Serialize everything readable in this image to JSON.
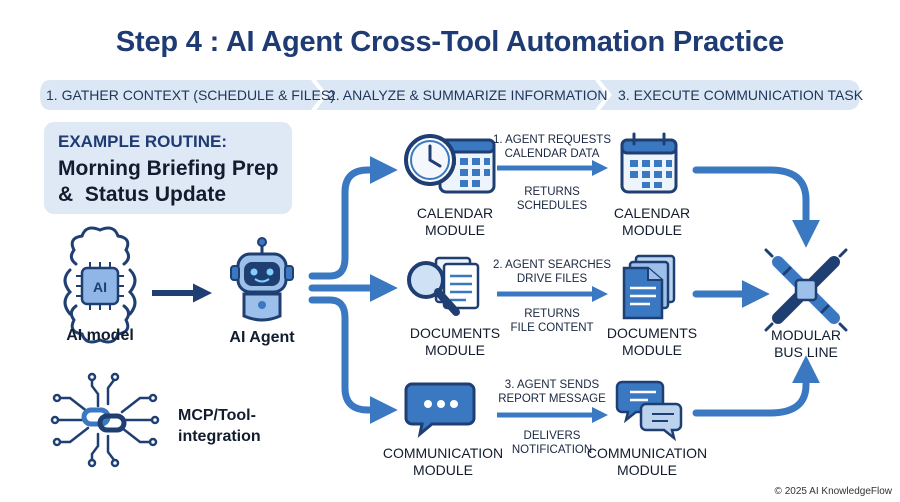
{
  "title": "Step 4 : AI Agent Cross-Tool Automation Practice",
  "phases": [
    "1. GATHER CONTEXT (SCHEDULE & FILES)",
    "2. ANALYZE & SUMMARIZE INFORMATION",
    "3. EXECUTE COMMUNICATION TASK"
  ],
  "routine": {
    "label": "EXAMPLE ROUTINE:",
    "line1": "Morning Briefing Prep",
    "line2": "&  Status Update"
  },
  "ai_model": {
    "badge": "AI",
    "label": "AI model"
  },
  "agent": {
    "label": "AI Agent"
  },
  "mcp": {
    "line1": "MCP/Tool-",
    "line2": "integration"
  },
  "rows": [
    {
      "module": [
        "CALENDAR",
        "MODULE"
      ],
      "request": [
        "1. AGENT REQUESTS",
        "CALENDAR DATA"
      ],
      "response": [
        "RETURNS",
        "SCHEDULES"
      ],
      "target": [
        "CALENDAR",
        "MODULE"
      ]
    },
    {
      "module": [
        "DOCUMENTS",
        "MODULE"
      ],
      "request": [
        "2. AGENT SEARCHES",
        "DRIVE FILES"
      ],
      "response": [
        "RETURNS",
        "FILE CONTENT"
      ],
      "target": [
        "DOCUMENTS",
        "MODULE"
      ]
    },
    {
      "module": [
        "COMMUNICATION",
        "MODULE"
      ],
      "request": [
        "3. AGENT SENDS",
        "REPORT MESSAGE"
      ],
      "response": [
        "DELIVERS",
        "NOTIFICATION"
      ],
      "target": [
        "COMMUNICATION",
        "MODULE"
      ]
    }
  ],
  "bus": {
    "line1": "MODULAR",
    "line2": "BUS LINE"
  },
  "copyright": "© 2025 AI KnowledgeFlow",
  "colors": {
    "title": "#1e3b73",
    "arrow": "#3a78c2",
    "dark_arrow": "#1f3f73",
    "icon_fill": "#bcd3ee",
    "banner": "#dbe7f5"
  }
}
